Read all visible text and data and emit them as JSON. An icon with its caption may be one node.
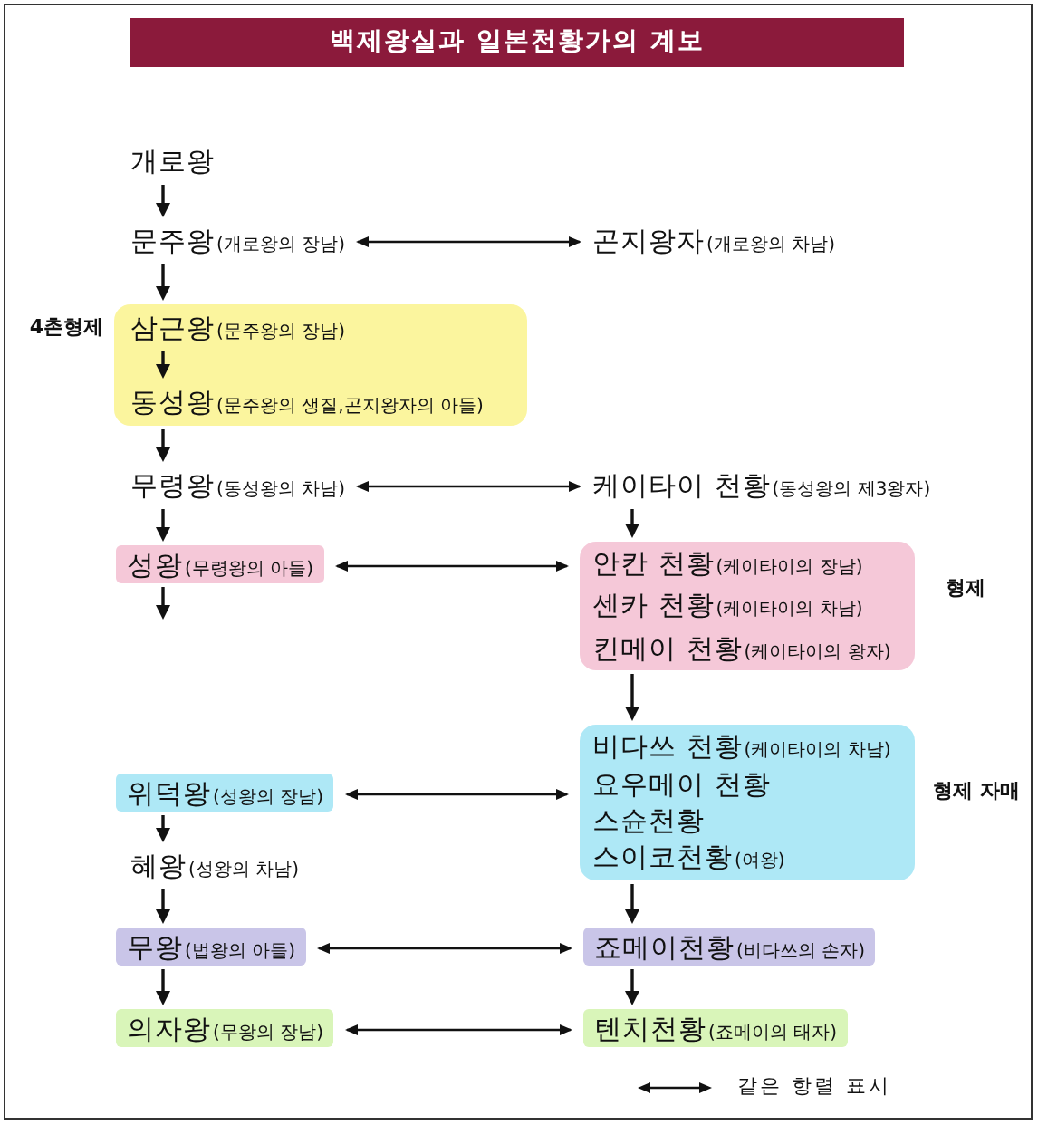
{
  "diagram": {
    "title": "백제왕실과 일본천황가의 계보",
    "nodes": [
      {
        "text": [
          "개로왕"
        ]
      },
      {
        "text": [
          "문주왕",
          "(개로왕의 장남)"
        ]
      },
      {
        "text": [
          "곤지왕자",
          "(개로왕의 차남)"
        ]
      },
      {
        "text": [],
        "shape": "box",
        "beside": [
          "4촌형제"
        ]
      },
      {
        "text": [
          "삼근왕",
          "(문주왕의 장남)"
        ],
        "in": 3
      },
      {
        "text": [
          "동성왕",
          "(문주왕의 생질,곤지왕자의 아들)"
        ],
        "in": 3
      },
      {
        "text": [
          "무령왕",
          "(동성왕의 차남)"
        ]
      },
      {
        "text": [
          "케이타이 천황",
          "(동성왕의 제3왕자)"
        ]
      },
      {
        "text": [
          "성왕",
          "(무령왕의 아들)"
        ]
      },
      {
        "text": [],
        "shape": "box",
        "beside": [
          "형제"
        ]
      },
      {
        "text": [
          "안칸 천황",
          "(케이타이의 장남)"
        ],
        "in": 9
      },
      {
        "text": [
          "센카 천황",
          "(케이타이의 차남)"
        ],
        "in": 9
      },
      {
        "text": [
          "킨메이 천황",
          "(케이타이의 왕자)"
        ],
        "in": 9
      },
      {
        "text": [],
        "shape": "box",
        "beside": [
          "형제 자매"
        ]
      },
      {
        "text": [
          "비다쓰 천황",
          "(케이타이의 차남)"
        ],
        "in": 13
      },
      {
        "text": [
          "요우메이 천황"
        ],
        "in": 13
      },
      {
        "text": [
          "스슌천황"
        ],
        "in": 13
      },
      {
        "text": [
          "스이코천황",
          "(여왕)"
        ],
        "in": 13
      },
      {
        "text": [
          "위덕왕",
          "(성왕의 장남)"
        ]
      },
      {
        "text": [
          "혜왕",
          "(성왕의 차남)"
        ]
      },
      {
        "text": [
          "무왕",
          "(법왕의 아들)"
        ]
      },
      {
        "text": [
          "죠메이천황",
          "(비다쓰의 손자)"
        ]
      },
      {
        "text": [
          "의자왕",
          "(무왕의 장남)"
        ]
      },
      {
        "text": [
          "텐치천황",
          "(죠메이의 태자)"
        ]
      }
    ],
    "edges": [
      {
        "from": 0,
        "to": 1,
        "arrow": "to"
      },
      {
        "from": 1,
        "to": 2,
        "arrow": "both"
      },
      {
        "from": 1,
        "to": 3,
        "arrow": "to"
      },
      {
        "from": 4,
        "to": 5,
        "arrow": "to"
      },
      {
        "from": 3,
        "to": 6,
        "arrow": "to"
      },
      {
        "from": 6,
        "to": 7,
        "arrow": "both"
      },
      {
        "from": 6,
        "to": 8,
        "arrow": "to"
      },
      {
        "from": 7,
        "to": 9,
        "arrow": "to"
      },
      {
        "from": 8,
        "to": 9,
        "arrow": "both"
      },
      {
        "from": 8,
        "to": null,
        "arrow": "to"
      },
      {
        "from": 9,
        "to": 13,
        "arrow": "to"
      },
      {
        "from": 18,
        "to": 13,
        "arrow": "both"
      },
      {
        "from": 18,
        "to": 19,
        "arrow": "to"
      },
      {
        "from": 13,
        "to": 21,
        "arrow": "to"
      },
      {
        "from": 19,
        "to": 20,
        "arrow": "to"
      },
      {
        "from": 20,
        "to": 21,
        "arrow": "both"
      },
      {
        "from": 20,
        "to": 22,
        "arrow": "to"
      },
      {
        "from": 21,
        "to": 23,
        "arrow": "to"
      },
      {
        "from": 22,
        "to": 23,
        "arrow": "both"
      }
    ],
    "legend": [
      {
        "text": "같은 항렬 표시"
      }
    ]
  }
}
